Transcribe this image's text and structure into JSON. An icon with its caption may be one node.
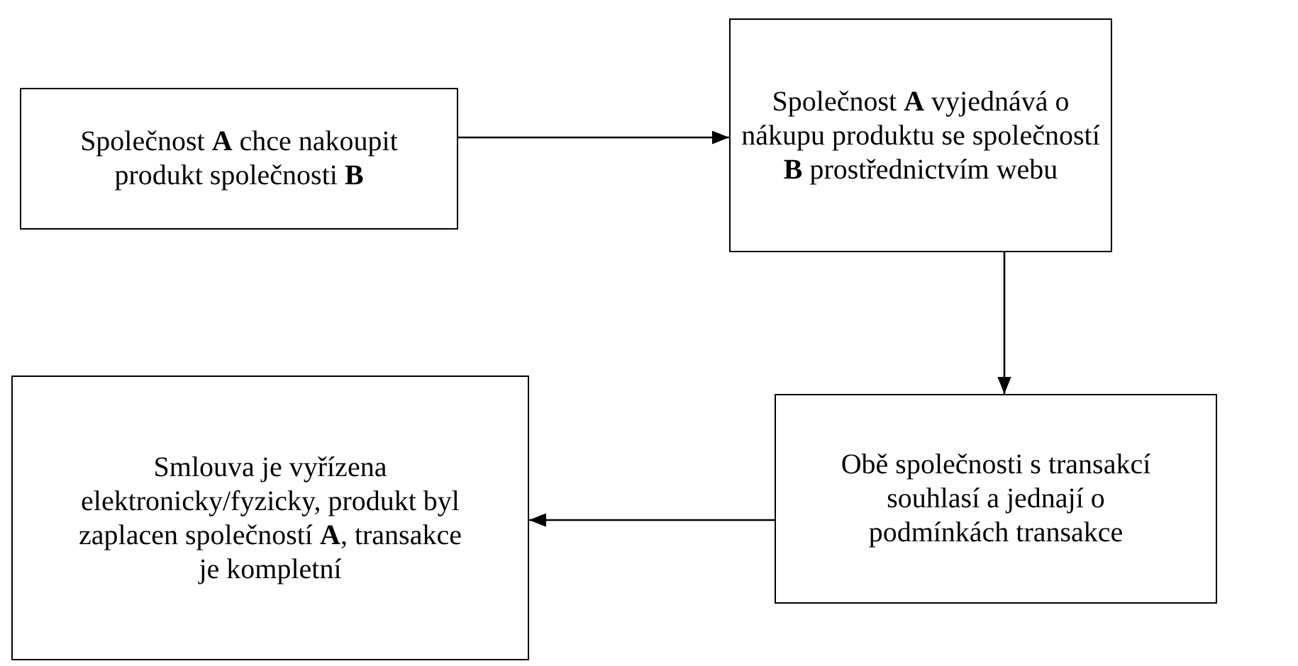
{
  "diagram": {
    "nodes": [
      {
        "text": [
          "Společnost **A** chce nakoupit produkt společnosti **B**"
        ]
      },
      {
        "text": [
          "Společnost **A** vyjednává o nákupu produktu se společností **B** prostřednictvím webu"
        ]
      },
      {
        "text": [
          "Obě společnosti s transakcí souhlasí a jednají o podmínkách transakce"
        ]
      },
      {
        "text": [
          "Smlouva je vyřízena elektronicky/fyzicky, produkt byl zaplacen společností **A**, transakce je kompletní"
        ]
      }
    ],
    "edges": [
      {
        "from": 0,
        "to": 1,
        "arrow": "to"
      },
      {
        "from": 1,
        "to": 2,
        "arrow": "to"
      },
      {
        "from": 2,
        "to": 3,
        "arrow": "to"
      }
    ]
  }
}
